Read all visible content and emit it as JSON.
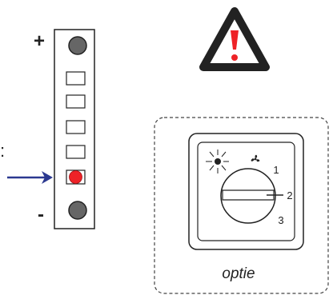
{
  "terminal": {
    "plus_label": "+",
    "minus_label": "-",
    "partial_colon": ":",
    "slot_count": 5,
    "active_slot": 5,
    "active_color": "#ee2227",
    "screw_color": "#666666",
    "arrow_color": "#2b3990"
  },
  "warning": {
    "icon": "warning-triangle-icon",
    "frame_color": "#222222",
    "mark_color": "#ee2227"
  },
  "option_panel": {
    "caption": "optie",
    "dial": {
      "icon": "fan-icon",
      "settings": [
        "1",
        "2",
        "3"
      ],
      "selected": "2"
    }
  }
}
